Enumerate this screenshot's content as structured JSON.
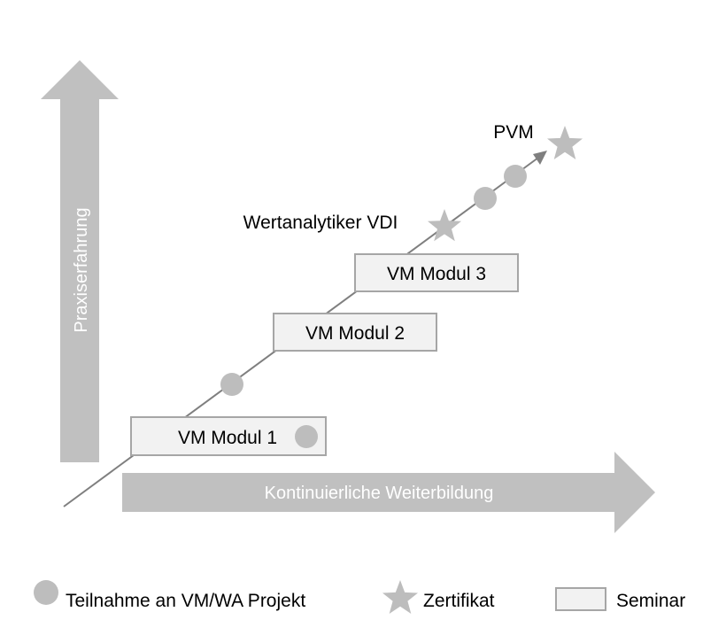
{
  "axes": {
    "vertical_label": "Praxiserfahrung",
    "horizontal_label": "Kontinuierliche Weiterbildung"
  },
  "seminars": [
    {
      "label": "VM Modul 1"
    },
    {
      "label": "VM Modul 2"
    },
    {
      "label": "VM Modul 3"
    }
  ],
  "certificates": [
    {
      "label": "Wertanalytiker VDI"
    },
    {
      "label": "PVM"
    }
  ],
  "legend": {
    "project_label": "Teilnahme an VM/WA Projekt",
    "certificate_label": "Zertifikat",
    "seminar_label": "Seminar"
  },
  "colors": {
    "arrow_fill": "#c0c0c0",
    "marker_fill": "#bdbdbd",
    "line": "#7f7f7f",
    "box_fill": "#f2f2f2",
    "box_border": "#a6a6a6",
    "axis_text": "#ffffff",
    "text": "#000000"
  },
  "icons": {
    "project_marker": "circle-icon",
    "certificate_marker": "star-icon",
    "seminar_marker": "rectangle-icon"
  }
}
